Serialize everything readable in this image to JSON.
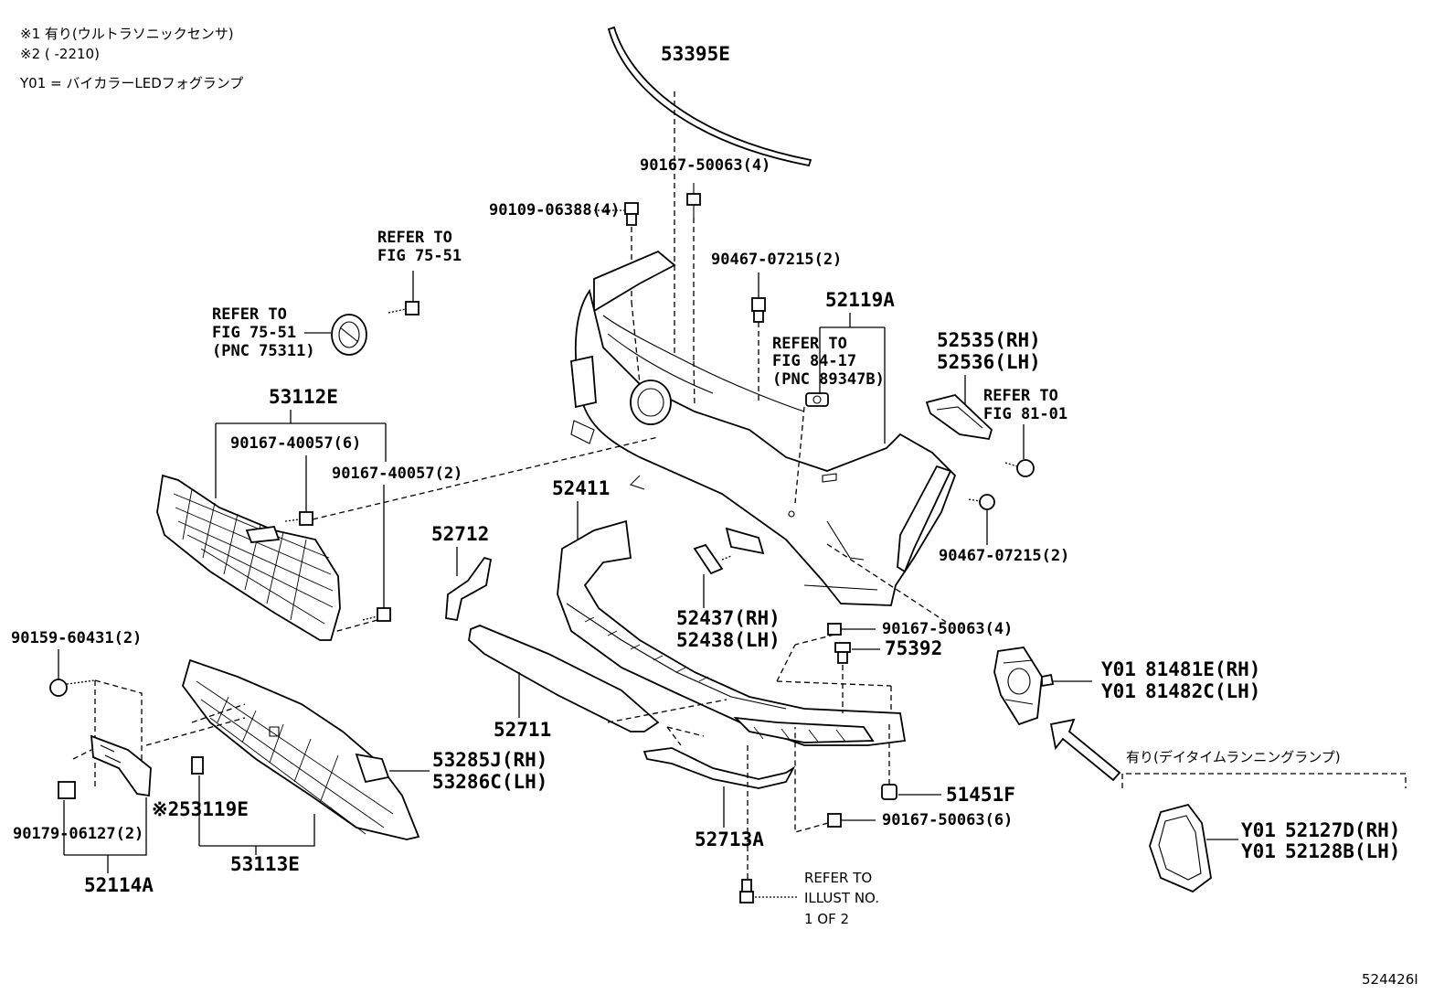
{
  "notes": {
    "note1": "※1 有り(ウルトラソニックセンサ)",
    "note2": "※2 (      -2210)",
    "note3": "Y01 = バイカラーLEDフォグランプ"
  },
  "parts": {
    "p53395E": "53395E",
    "p90167_50063_4_top": "90167-50063(4)",
    "p90109_06388": "90109-06388(4)",
    "p90467_07215_top": "90467-07215(2)",
    "p52119A": "52119A",
    "p52535": "52535(RH)",
    "p52536": "52536(LH)",
    "p53112E": "53112E",
    "p90167_40057_6": "90167-40057(6)",
    "p90167_40057_2": "90167-40057(2)",
    "p52411": "52411",
    "p52712": "52712",
    "p90467_07215_right": "90467-07215(2)",
    "p52437": "52437(RH)",
    "p52438": "52438(LH)",
    "p90167_50063_4_mid": "90167-50063(4)",
    "p75392": "75392",
    "p81481E": "81481E(RH)",
    "p81482C": "81482C(LH)",
    "p90159_60431": "90159-60431(2)",
    "p52711": "52711",
    "p53285J": "53285J(RH)",
    "p53286C": "53286C(LH)",
    "p53119E": "53119E",
    "p51451F": "51451F",
    "p90167_50063_6": "90167-50063(6)",
    "p90179_06127": "90179-06127(2)",
    "p53113E": "53113E",
    "p52114A": "52114A",
    "p52713A": "52713A",
    "p52127D": "52127D(RH)",
    "p52128B": "52128B(LH)"
  },
  "markers": {
    "note1": "※1",
    "note2": "※2",
    "y01": "Y01"
  },
  "refs": {
    "refer_to": "REFER TO",
    "fig_75_51": "FIG 75-51",
    "pnc_75311": "(PNC 75311)",
    "fig_84_17": "FIG 84-17",
    "pnc_89347b": "(PNC 89347B)",
    "fig_81_01": "FIG 81-01",
    "illust_refer": "REFER TO",
    "illust_no": "ILLUST NO.",
    "illust_page": "1 OF 2"
  },
  "drl_label": "有り(デイタイムランニングランプ)",
  "figure_id": "524426I"
}
